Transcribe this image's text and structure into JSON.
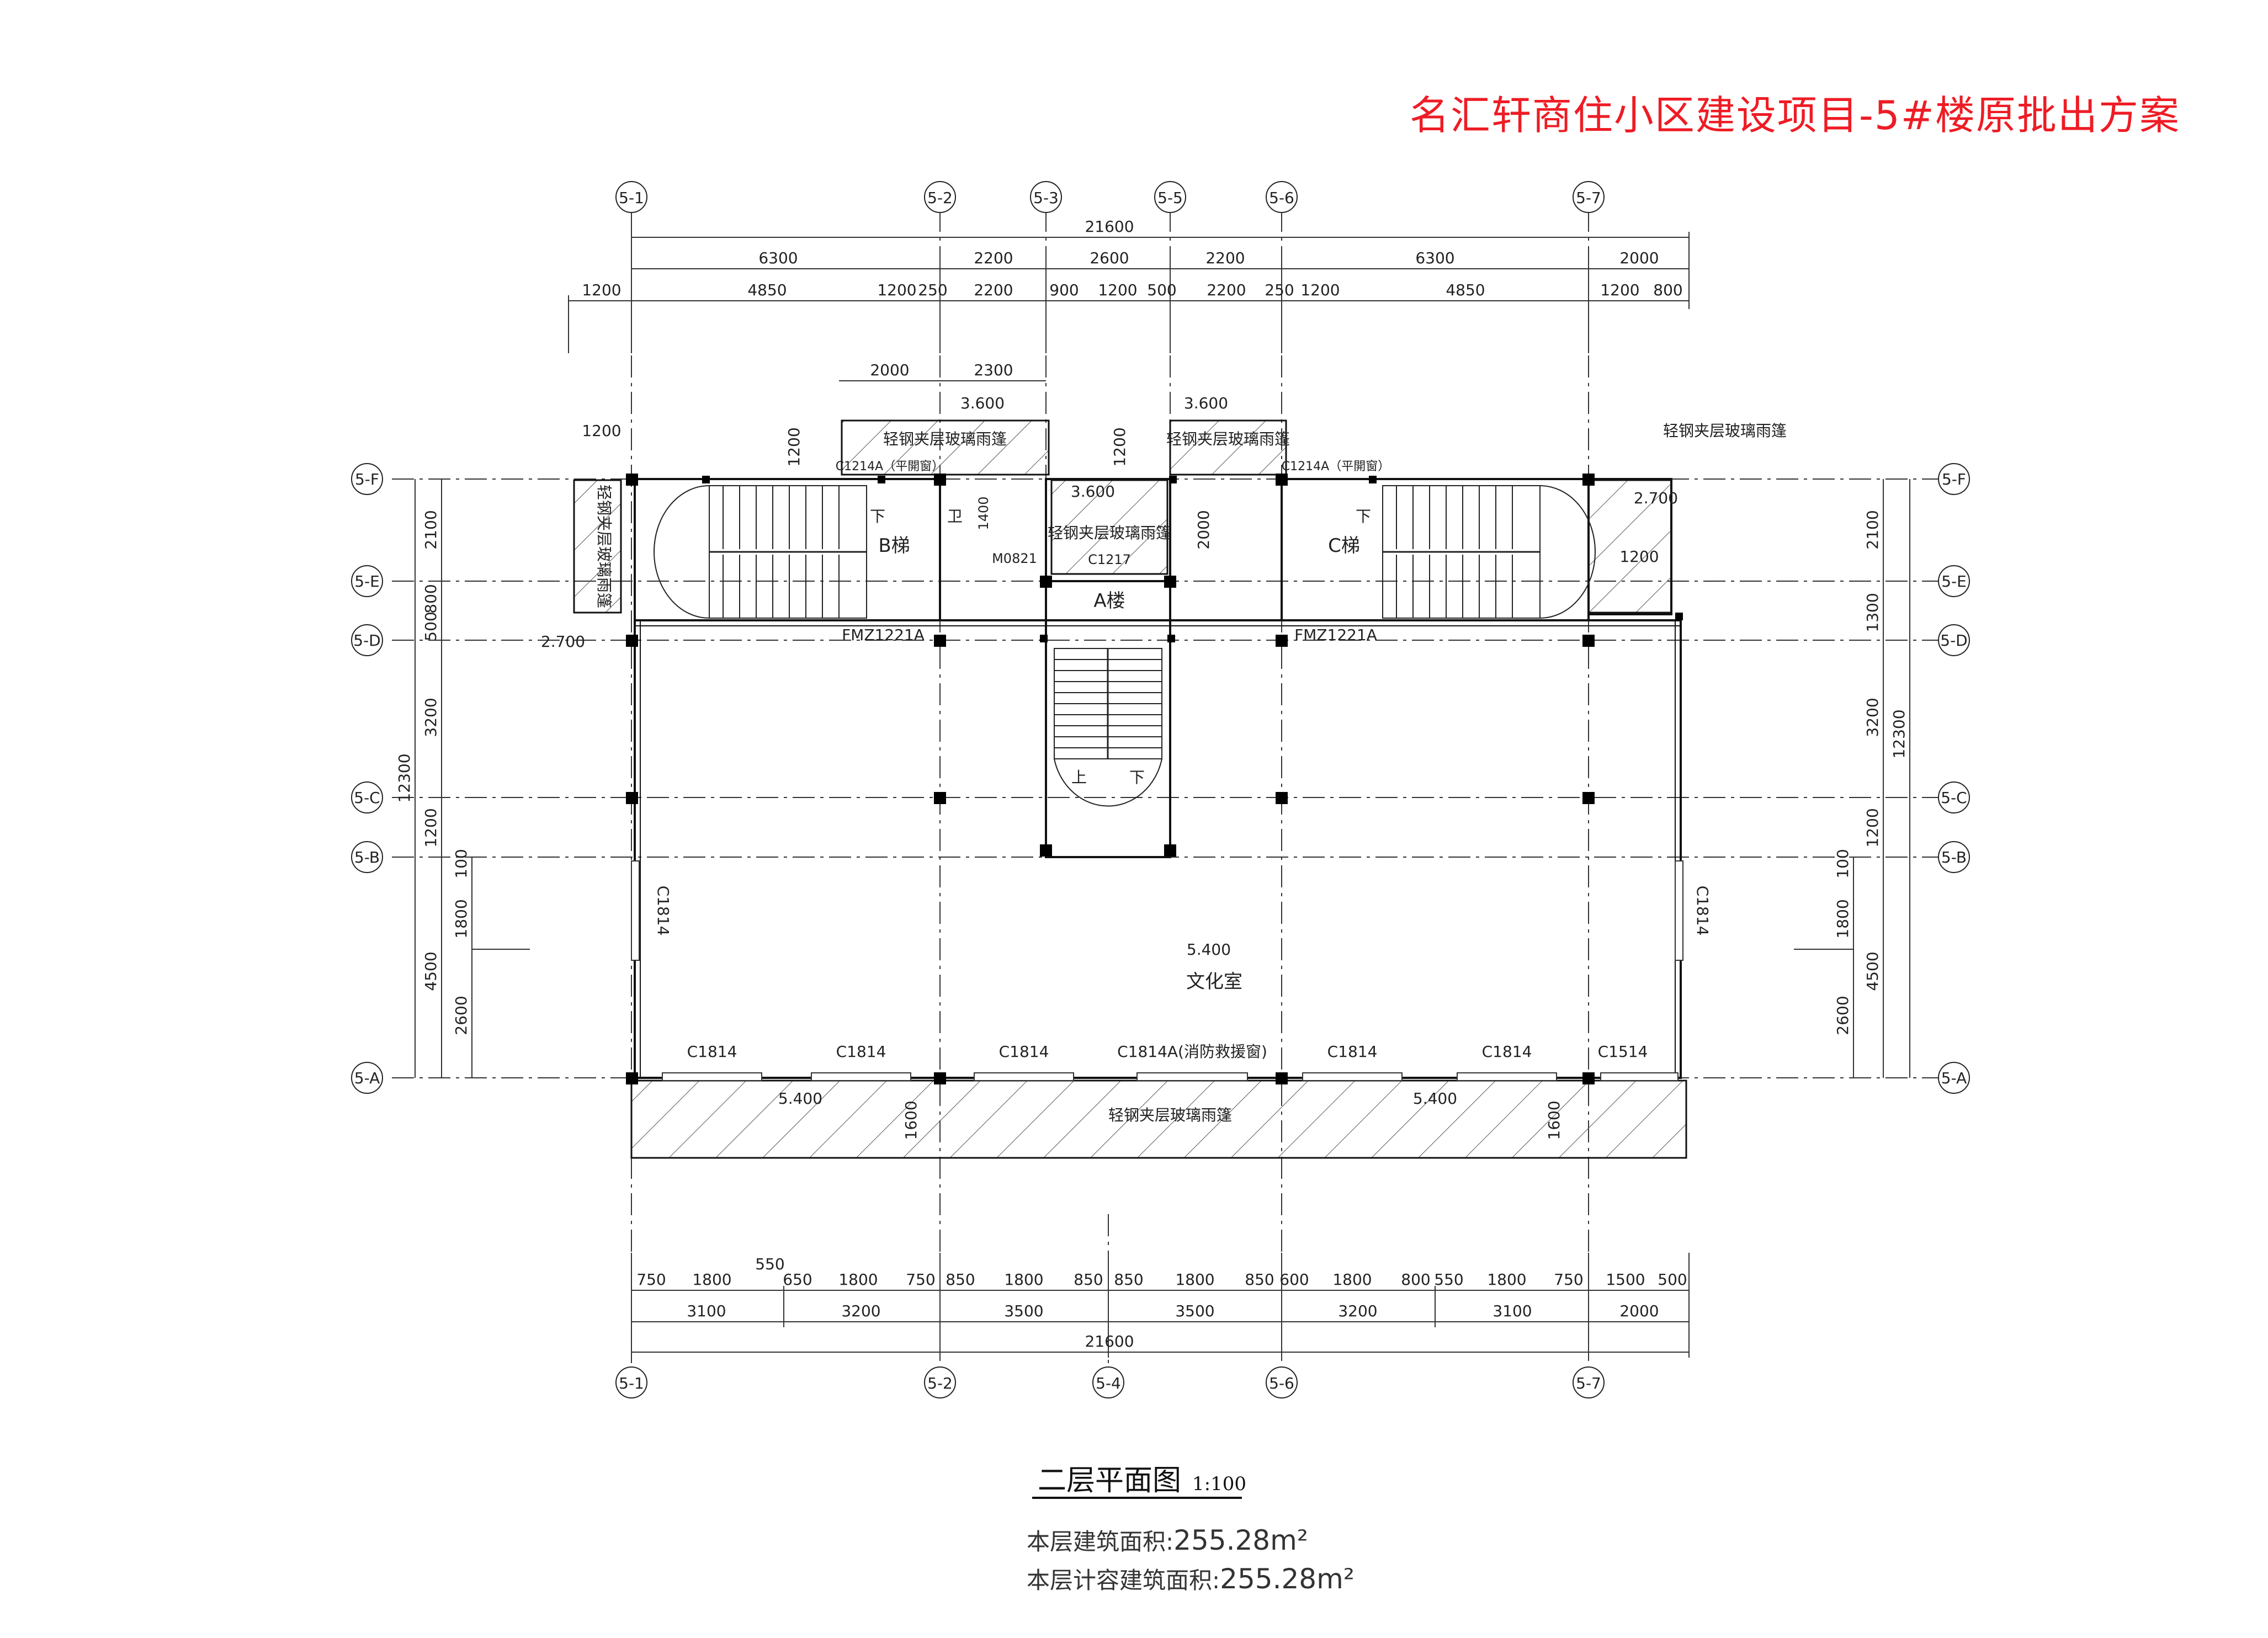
{
  "title": "名汇轩商住小区建设项目-5#楼原批出方案",
  "caption": {
    "name": "二层平面图",
    "scale": "1:100"
  },
  "areas": [
    {
      "label": "本层建筑面积:",
      "value": "255.28m²"
    },
    {
      "label": "本层计容建筑面积:",
      "value": "255.28m²"
    }
  ],
  "axes": {
    "top": [
      "5-1",
      "5-2",
      "5-3",
      "5-5",
      "5-6",
      "5-7"
    ],
    "bottom": [
      "5-1",
      "5-2",
      "5-4",
      "5-6",
      "5-7"
    ],
    "rows": [
      "5-F",
      "5-E",
      "5-D",
      "5-C",
      "5-B",
      "5-A"
    ]
  },
  "dimensions": {
    "top_total": "21600",
    "top_row1": [
      "6300",
      "2200",
      "2600",
      "2200",
      "6300",
      "2000"
    ],
    "top_row2": [
      "1200",
      "4850",
      "1200",
      "250",
      "2200",
      "900",
      "1200",
      "500",
      "2200",
      "250",
      "1200",
      "4850",
      "1200",
      "800"
    ],
    "top_row3": [
      "2000",
      "2300"
    ],
    "top_left_1200": "1200",
    "bottom_row1": [
      "750",
      "1800",
      "550",
      "650",
      "1800",
      "750",
      "850",
      "1800",
      "850",
      "850",
      "1800",
      "850",
      "600",
      "1800",
      "800",
      "550",
      "1800",
      "750",
      "1500",
      "500"
    ],
    "bottom_row2": [
      "3100",
      "3200",
      "3500",
      "3500",
      "3200",
      "3100",
      "2000"
    ],
    "bottom_total": "21600",
    "left_outer": "12300",
    "left_inner": [
      "2100",
      "500",
      "800",
      "3200",
      "1200",
      "4500"
    ],
    "left_small": [
      "1800",
      "2600",
      "100"
    ],
    "right_outer": "12300",
    "right_inner": [
      "2100",
      "1300",
      "3200",
      "1200",
      "4500"
    ],
    "right_small": [
      "1800",
      "2600",
      "100"
    ]
  },
  "labels": {
    "canopy": "轻钢夹层玻璃雨篷",
    "elev_360": "3.600",
    "elev_270": "2.700",
    "elev_540": "5.400",
    "room": "文化室",
    "stair_a": "A楼",
    "stair_b": "B梯",
    "stair_c": "C梯",
    "down": "下",
    "up": "上",
    "wei": "卫",
    "door_fm": "FMZ1221A",
    "door_m": "M0821",
    "win_c1214": "C1214A（平開窗）",
    "win_c1217": "C1217",
    "win_c1814": "C1814",
    "win_c1814a": "C1814A(消防救援窗)",
    "win_c1514": "C1514",
    "dim_1200": "1200",
    "dim_2000": "2000",
    "dim_1600": "1600",
    "dim_1400": "1400"
  }
}
